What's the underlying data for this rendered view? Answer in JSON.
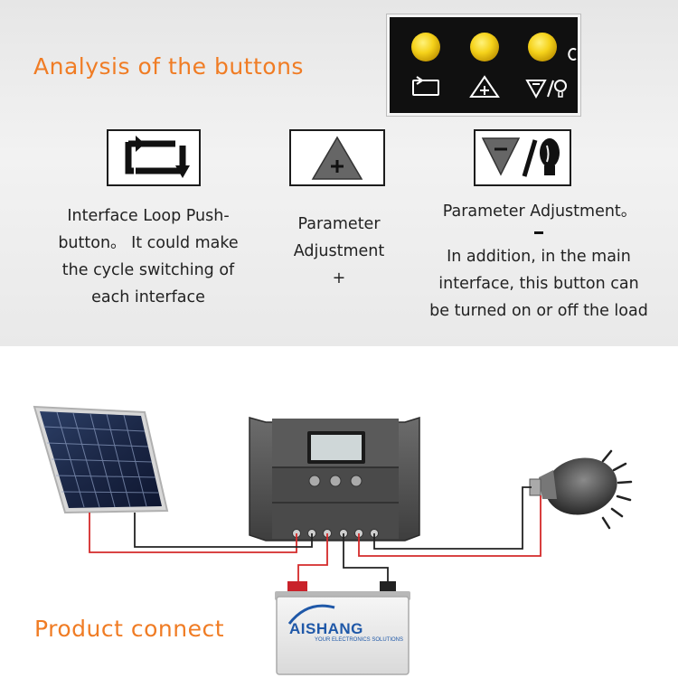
{
  "top": {
    "heading": "Analysis of the buttons",
    "buttons": [
      {
        "icon": "loop-arrows-icon",
        "description": "Interface Loop Push-\nbutton。 It could make\nthe cycle switching  of\neach  interface"
      },
      {
        "icon": "plus-triangle-icon",
        "description": "Parameter\nAdjustment\n+"
      },
      {
        "icon": "minus-triangle-bulb-icon",
        "title": "Parameter Adjustment。",
        "description": "In addition, in the main\ninterface, this button can\nbe turned on or off the load"
      }
    ]
  },
  "bottom": {
    "heading": "Product connect",
    "battery_brand": "AISHANG",
    "battery_tagline": "YOUR ELECTRONICS SOLUTIONS"
  },
  "colors": {
    "accent": "#f07c24",
    "button_yellow": "#f5d21a",
    "positive_wire": "#d42a2a",
    "negative_wire": "#222222",
    "brand_blue": "#1f58a8"
  }
}
